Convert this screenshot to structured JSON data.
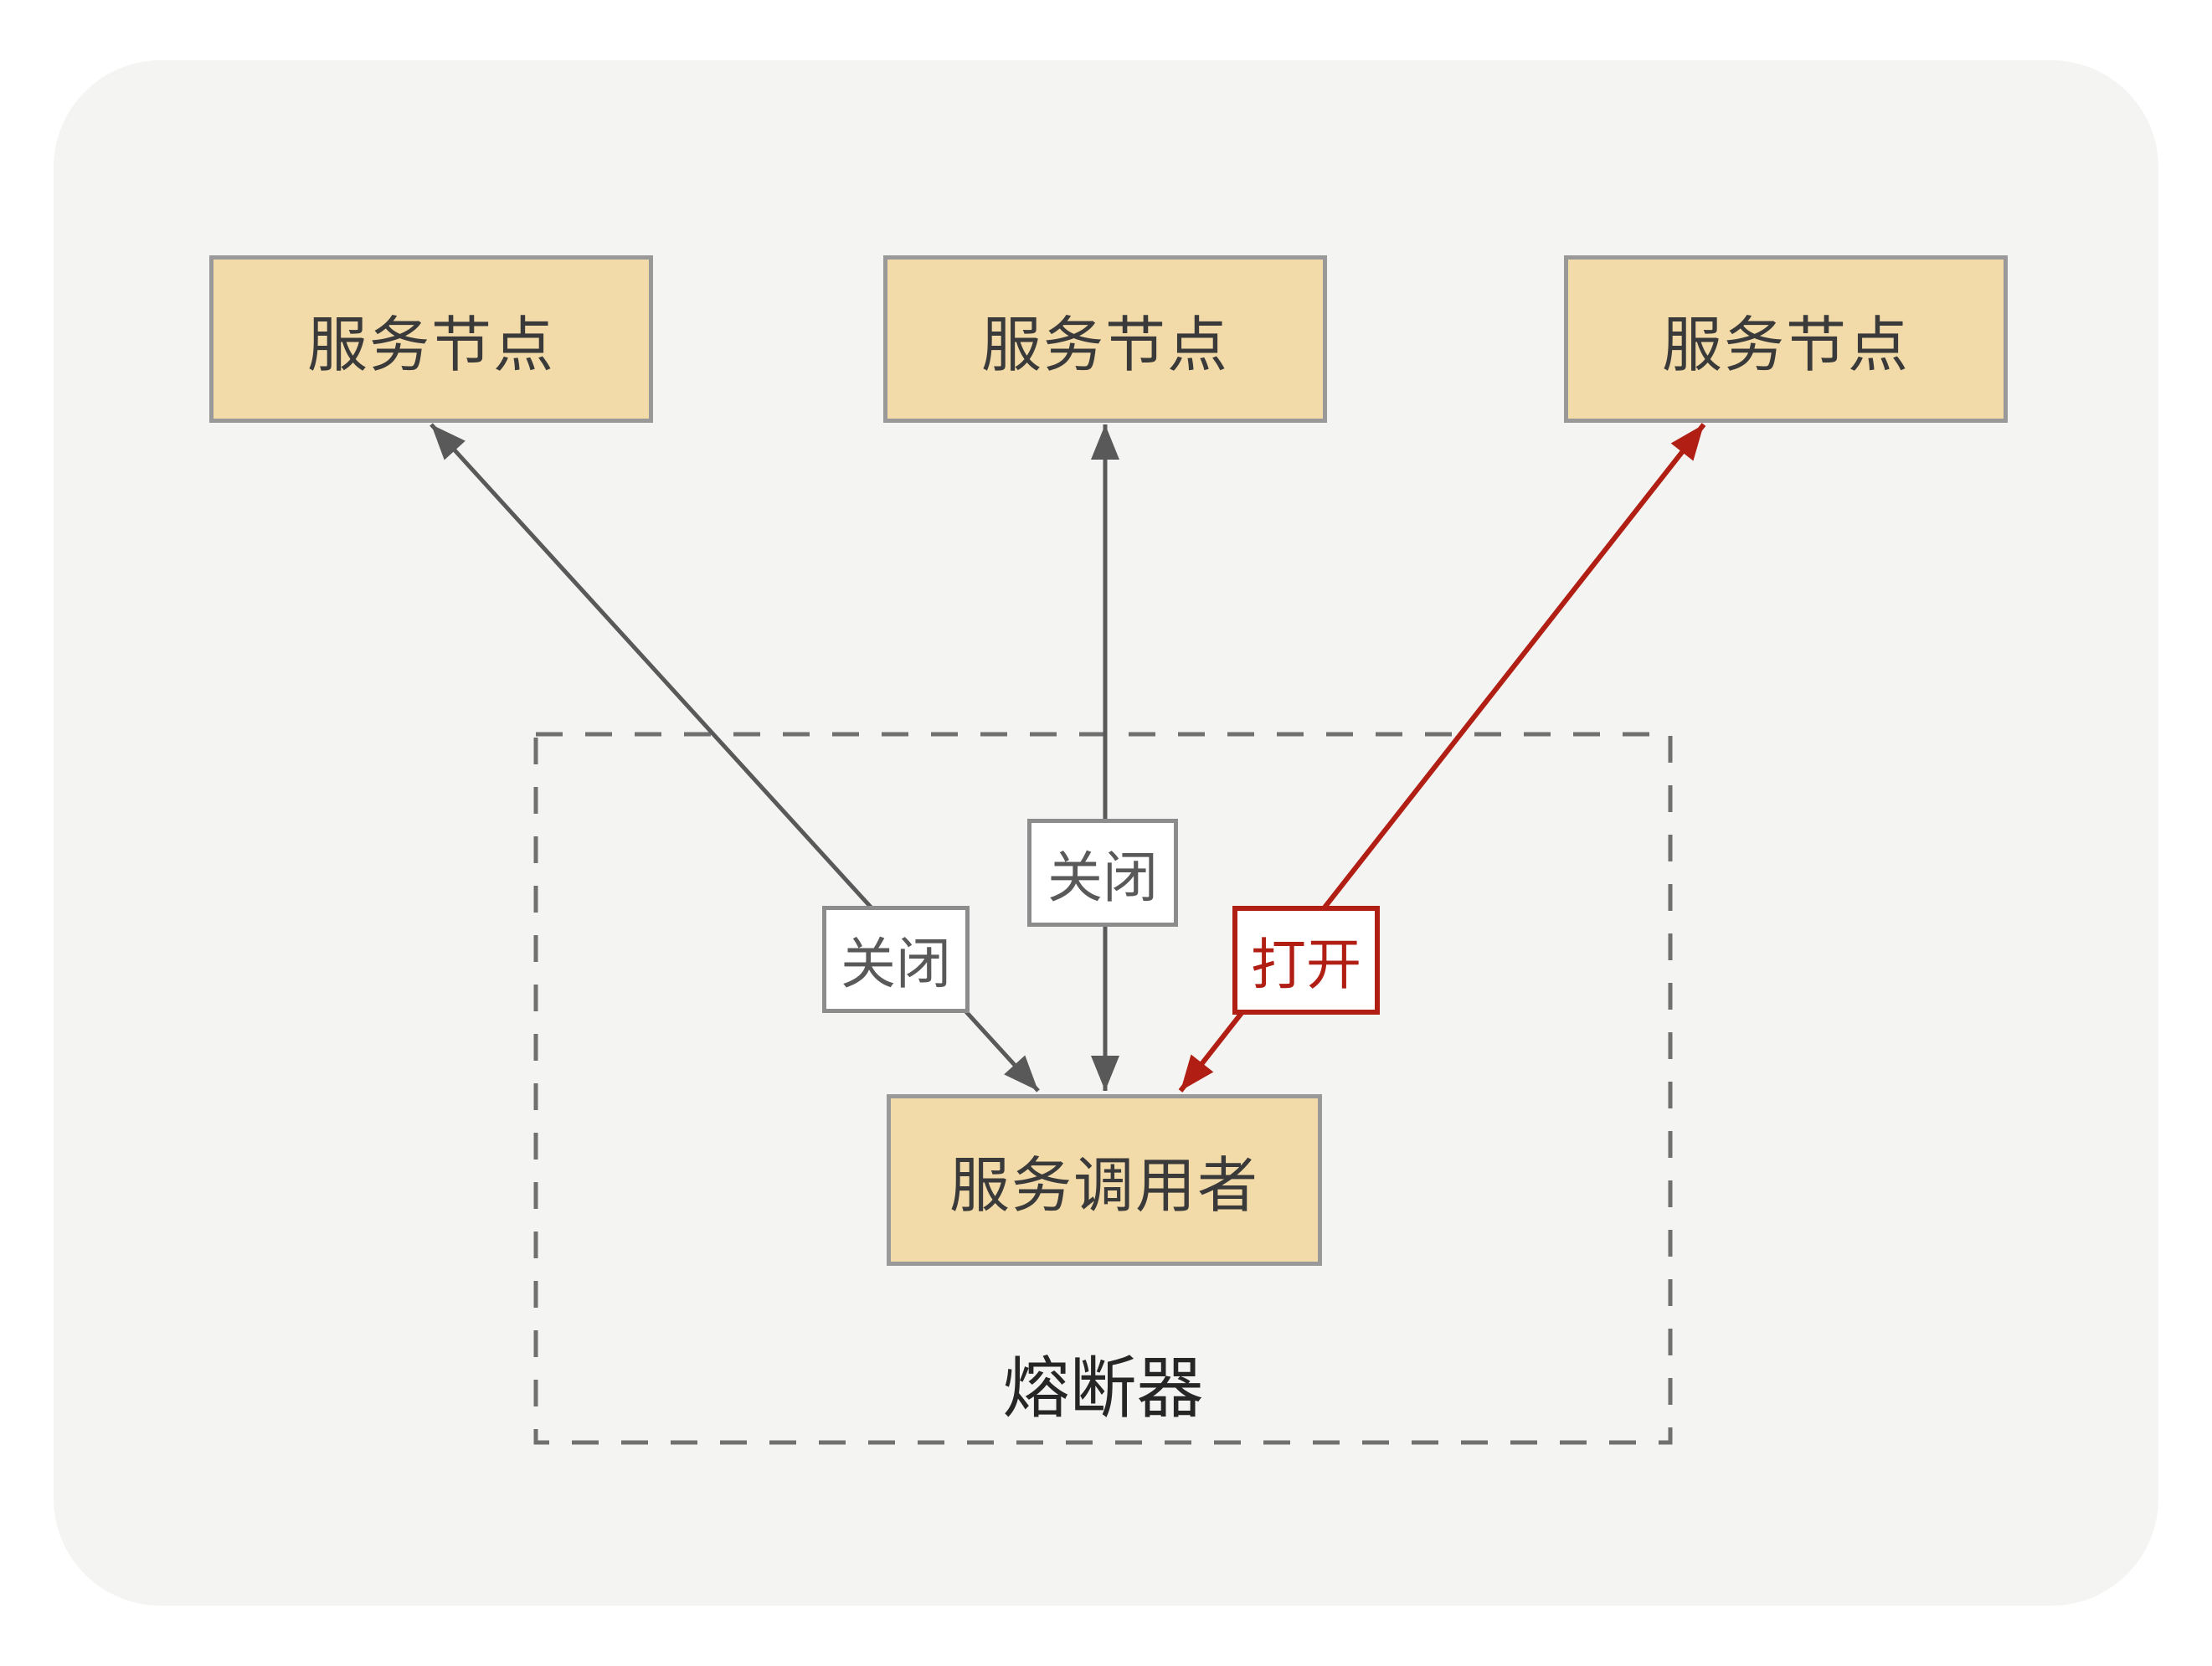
{
  "diagram": {
    "nodes": [
      {
        "label": "服务节点"
      },
      {
        "label": "服务节点"
      },
      {
        "label": "服务节点"
      }
    ],
    "caller": {
      "label": "服务调用者"
    },
    "breaker": {
      "label": "熔断器"
    },
    "edge_labels": [
      {
        "label": "关闭",
        "state": "closed"
      },
      {
        "label": "关闭",
        "state": "closed"
      },
      {
        "label": "打开",
        "state": "open"
      }
    ],
    "colors": {
      "canvas_bg": "#f4f4f2",
      "node_fill": "#f2dba8",
      "node_border": "#999999",
      "node_text": "#3a3a3a",
      "gray_line": "#595959",
      "red_line": "#b01e14",
      "dashed_border": "#707070",
      "label_border": "#8c8c8c",
      "label_text": "#595959",
      "breaker_text": "#262626"
    }
  }
}
